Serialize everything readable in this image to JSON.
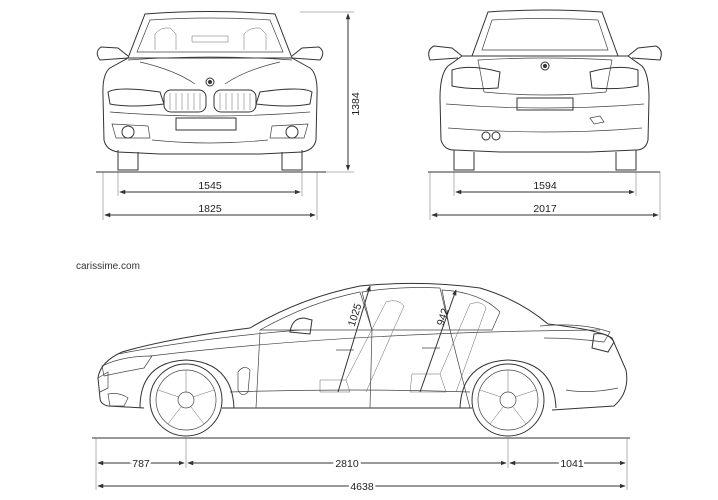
{
  "watermark": "carissime.com",
  "front_view": {
    "height": "1384",
    "front_track": "1545",
    "width": "1825"
  },
  "rear_view": {
    "rear_track": "1594",
    "width_mirrors": "2017"
  },
  "side_view": {
    "front_headroom": "1025",
    "rear_headroom": "942",
    "front_overhang": "787",
    "wheelbase": "2810",
    "rear_overhang": "1041",
    "length": "4638"
  }
}
